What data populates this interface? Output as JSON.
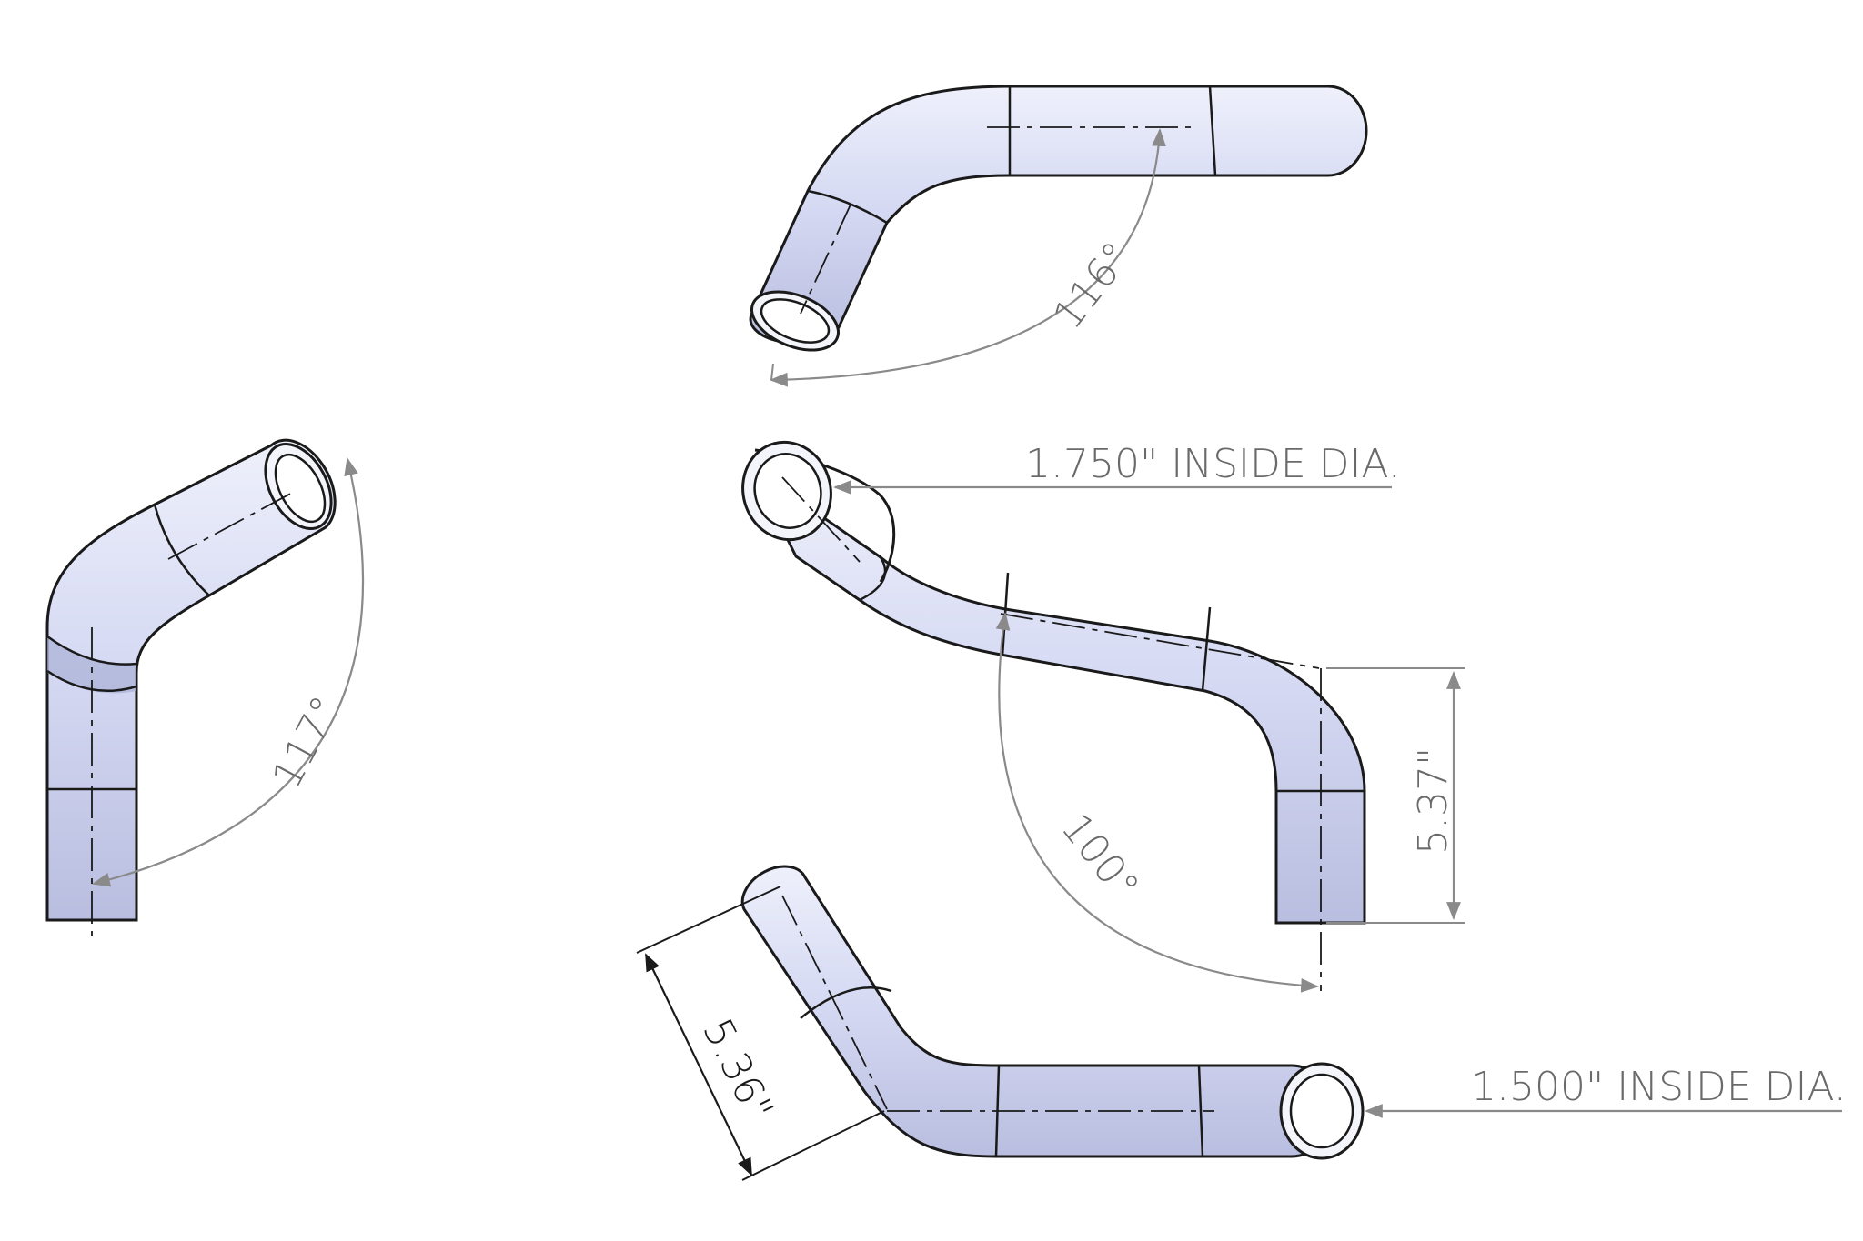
{
  "annotations": {
    "angle_top": "116°",
    "angle_left": "117°",
    "angle_middle": "100°",
    "dia_middle": "1.750\" INSIDE DIA.",
    "dia_bottom": "1.500\" INSIDE DIA.",
    "len_middle": "5.37\"",
    "len_bottom": "5.36\""
  },
  "colors": {
    "tube_fill": "#d4d8f2",
    "tube_outline": "#1a1a1a",
    "dimension_line": "#8a8a8a",
    "dimension_text_gray": "#6a6a6a",
    "dimension_text_black": "#1a1a1a"
  }
}
